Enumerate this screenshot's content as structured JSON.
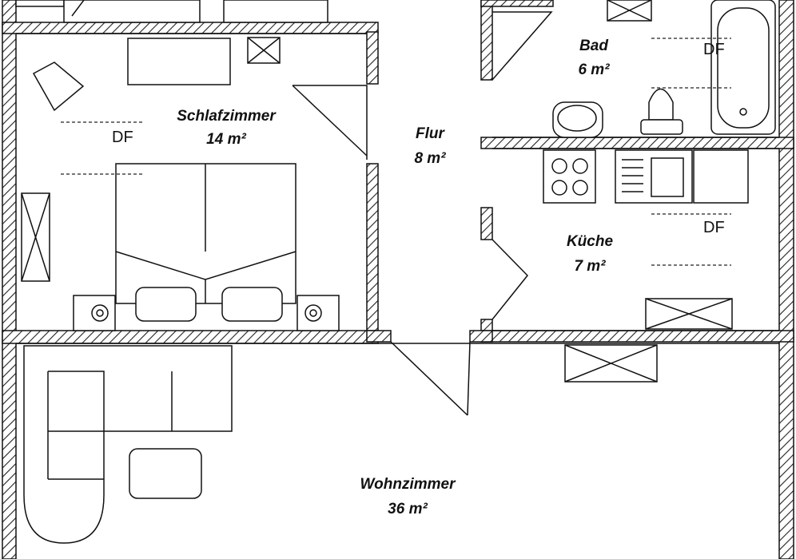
{
  "rooms": [
    {
      "id": "schlafzimmer",
      "name": "Schlafzimmer",
      "area": "14 m²"
    },
    {
      "id": "flur",
      "name": "Flur",
      "area": "8 m²"
    },
    {
      "id": "bad",
      "name": "Bad",
      "area": "6 m²"
    },
    {
      "id": "kueche",
      "name": "Küche",
      "area": "7 m²"
    },
    {
      "id": "wohnzimmer",
      "name": "Wohnzimmer",
      "area": "36 m²"
    }
  ],
  "annotations": {
    "df_schlafzimmer": "DF",
    "df_bad": "DF",
    "df_kueche": "DF"
  }
}
